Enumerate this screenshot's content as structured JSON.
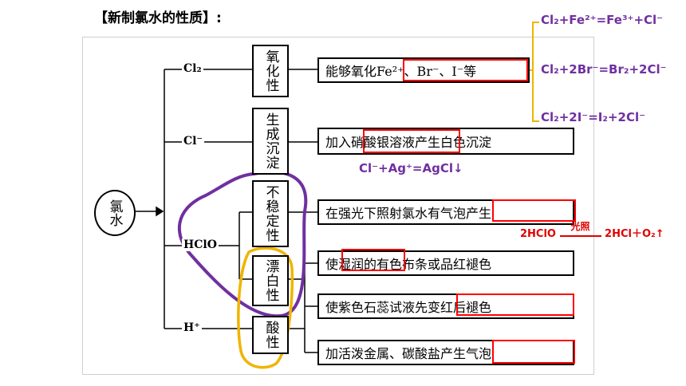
{
  "title": "【新制氯水的性质】:",
  "root": "氯水",
  "branches": {
    "cl2": "Cl₂",
    "cl_minus": "Cl⁻",
    "hclo": "HClO",
    "h_plus": "H⁺"
  },
  "properties": {
    "oxidizing": "氧化性",
    "precipitate": "生成沉淀",
    "unstable": "不稳定性",
    "bleaching": "漂白性",
    "acidic": "酸性"
  },
  "descriptions": {
    "d1": "能够氧化Fe²⁺、Br⁻、I⁻等",
    "d2": "加入硝酸银溶液产生白色沉淀",
    "d3": "在强光下照射氯水有气泡产生",
    "d4": "使湿润的有色布条或品红褪色",
    "d5": "使紫色石蕊试液先变红后褪色",
    "d6": "加活泼金属、碳酸盐产生气泡"
  },
  "equations": {
    "eq1": "Cl₂+Fe²⁺=Fe³⁺+Cl⁻",
    "eq2": "Cl₂+2Br⁻=Br₂+2Cl⁻",
    "eq3": "Cl₂+2I⁻=I₂+2Cl⁻",
    "eq4": "Cl⁻+Ag⁺=AgCl↓",
    "eq5_left": "2HClO",
    "eq5_cond": "光照",
    "eq5_right": "2HCl＋O₂↑"
  },
  "colors": {
    "purple": "#7030a0",
    "red": "#ff0000",
    "yellow": "#f0b400",
    "black": "#000000"
  }
}
